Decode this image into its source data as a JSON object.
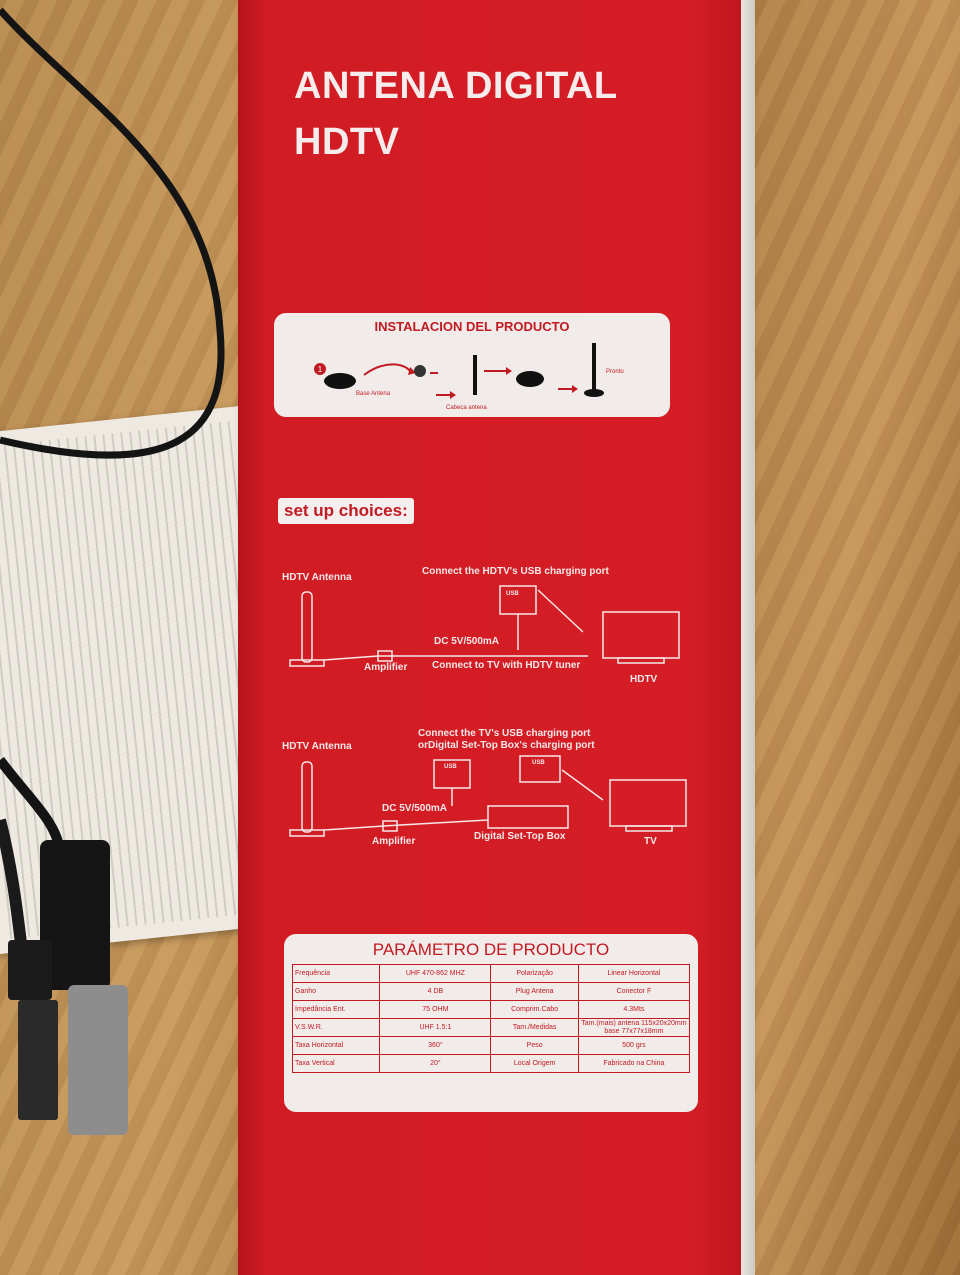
{
  "box": {
    "title_line1": "ANTENA DIGITAL",
    "title_line2": "HDTV"
  },
  "installation": {
    "title": "INSTALACION DEL PRODUCTO",
    "step_number": "1",
    "label_base": "Base Antena",
    "label_head": "Cabeca antena",
    "label_ready": "Pronto"
  },
  "setup": {
    "badge": "set up choices:",
    "diagram1": {
      "antenna_label": "HDTV Antenna",
      "usb_note": "Connect the HDTV's USB charging port",
      "usb_label": "USB",
      "power_label": "DC 5V/500mA",
      "amplifier_label": "Amplifier",
      "tuner_note": "Connect to TV with HDTV tuner",
      "tv_label": "HDTV"
    },
    "diagram2": {
      "antenna_label": "HDTV Antenna",
      "usb_note_line1": "Connect the TV's USB charging port",
      "usb_note_line2": "orDigital Set-Top Box's charging port",
      "usb_label": "USB",
      "power_label": "DC 5V/500mA",
      "amplifier_label": "Amplifier",
      "stb_label": "Digital Set-Top Box",
      "tv_label": "TV"
    }
  },
  "parameters": {
    "title": "PARÁMETRO DE PRODUCTO",
    "rows": [
      [
        "Frequência",
        "UHF 470-862 MHZ",
        "Polarização",
        "Linear Horizontal"
      ],
      [
        "Ganho",
        "4 DB",
        "Plug Antena",
        "Conector F"
      ],
      [
        "Impedância Ent.",
        "75 OHM",
        "Comprim.Cabo",
        "4.3Mts"
      ],
      [
        "V.S.W.R.",
        "UHF 1.5:1",
        "Tam./Medidas",
        "Tam.(mais) antena 115x20x20mm base 77x77x18mm"
      ],
      [
        "Taxa Horizontal",
        "360°",
        "Peso",
        "500 grs"
      ],
      [
        "Taxa Vertical",
        "20°",
        "Local Origem",
        "Fabricado na China"
      ]
    ]
  },
  "colors": {
    "box_red": "#d21c24",
    "panel_bg": "#f1ecea",
    "accent_text": "#c21a22",
    "wood": "#c99a5c"
  }
}
